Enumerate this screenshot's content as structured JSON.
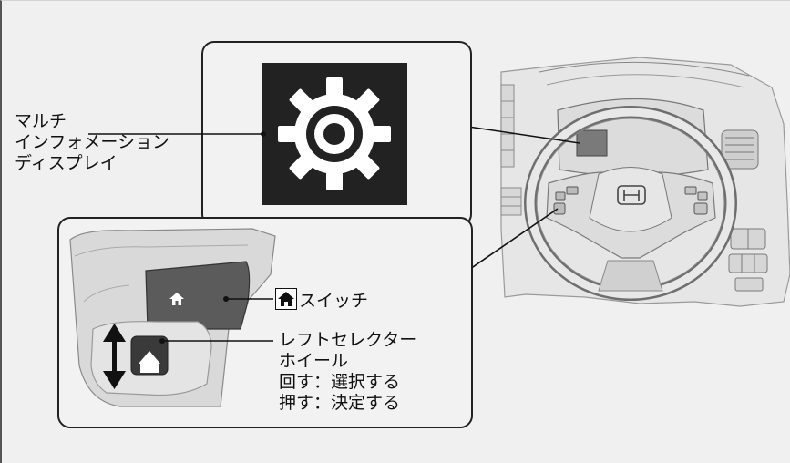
{
  "labels": {
    "multi_info_display": [
      "マルチ",
      "インフォメーション",
      "ディスプレイ"
    ],
    "home_switch": "スイッチ",
    "left_selector_wheel": [
      "レフトセレクター",
      "ホイール"
    ],
    "rotate_action": "回す：選択する",
    "push_action": "押す：決定する"
  },
  "icons": {
    "display_icon": "gear-icon",
    "switch_icon": "home-icon"
  },
  "colors": {
    "background": "#f0f0f0",
    "display_screen": "#222222",
    "gear": "#ffffff",
    "line": "#111111"
  }
}
